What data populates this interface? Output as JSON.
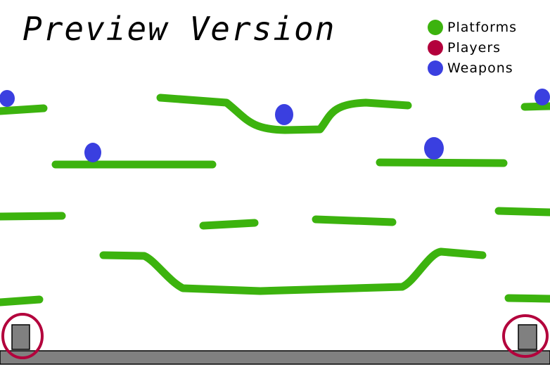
{
  "title": "Preview Version",
  "legend": [
    {
      "label": "Platforms",
      "color": "#3cb30e",
      "icon": "green-dot"
    },
    {
      "label": "Players",
      "color": "#b3003c",
      "icon": "red-dot"
    },
    {
      "label": "Weapons",
      "color": "#3a3fe0",
      "icon": "blue-dot"
    }
  ],
  "colors": {
    "platform": "#3cb30e",
    "player_marker": "#b3003c",
    "weapon": "#3a3fe0",
    "player_body": "#808080",
    "ground": "#808080"
  }
}
